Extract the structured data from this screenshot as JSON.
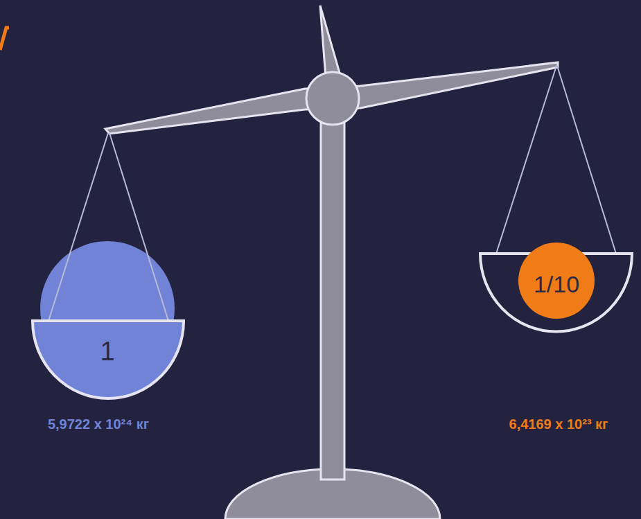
{
  "diagram": {
    "nodes": [
      {
        "text": [
          "1"
        ]
      },
      {
        "text": [
          "1/10"
        ]
      }
    ],
    "labels": [
      "5,9722 x 10²⁴ кг",
      "6,4169 x 10²³ кг"
    ]
  }
}
